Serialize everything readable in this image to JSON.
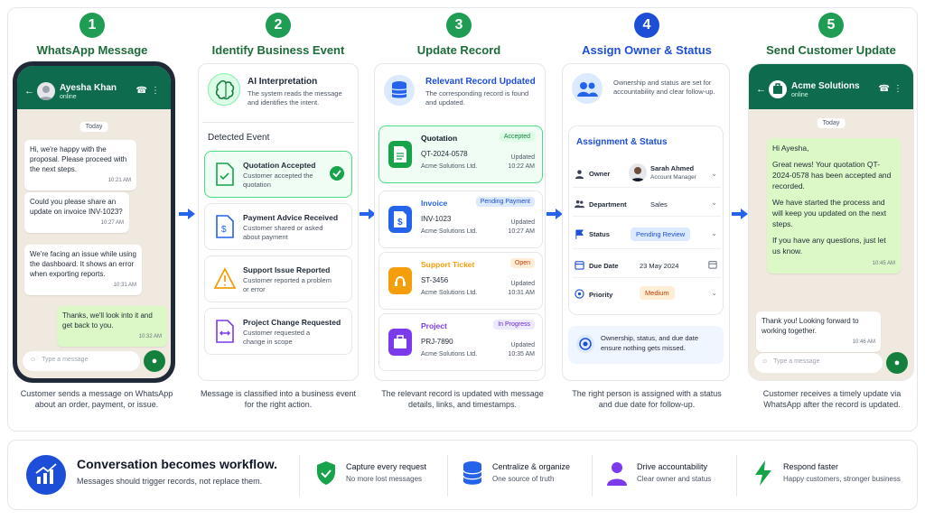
{
  "steps": [
    {
      "num": "1",
      "title": "WhatsApp Message",
      "color": "#1f9d55"
    },
    {
      "num": "2",
      "title": "Identify Business Event",
      "color": "#1f9d55"
    },
    {
      "num": "3",
      "title": "Update Record",
      "color": "#1f9d55"
    },
    {
      "num": "4",
      "title": "Assign Owner & Status",
      "color": "#1d4ed8"
    },
    {
      "num": "5",
      "title": "Send Customer Update",
      "color": "#1f9d55"
    }
  ],
  "captions": [
    "Customer sends a message on WhatsApp about an order, payment, or issue.",
    "Message is classified into a business event for the right action.",
    "The relevant record is updated with message details, links, and timestamps.",
    "The right person is assigned with a status and due date for follow-up.",
    "Customer receives a timely update via WhatsApp after the record is updated."
  ],
  "chat1": {
    "name": "Ayesha Khan",
    "online": "online",
    "day": "Today",
    "messages": [
      {
        "text": "Hi, we're happy with the proposal. Please proceed with the next steps.",
        "time": "10:21 AM",
        "out": false
      },
      {
        "text": "Could you please share an update on invoice INV-1023?",
        "time": "10:27 AM",
        "out": false
      },
      {
        "text": "We're facing an issue while using the dashboard. It shows an error when exporting reports.",
        "time": "10:31 AM",
        "out": false
      },
      {
        "text": "Thanks, we'll look into it and get back to you.",
        "time": "10:32 AM",
        "out": true
      }
    ],
    "placeholder": "Type a message"
  },
  "panel2": {
    "ai_title": "AI Interpretation",
    "ai_desc": "The system reads the message and identifies the intent.",
    "detected_label": "Detected Event",
    "events": [
      {
        "title": "Quotation Accepted",
        "desc": "Customer accepted the quotation",
        "icon": "document-check-icon",
        "selected": true
      },
      {
        "title": "Payment Advice Received",
        "desc": "Customer shared or asked about payment",
        "icon": "payment-document-icon",
        "selected": false
      },
      {
        "title": "Support Issue Reported",
        "desc": "Customer reported a problem or error",
        "icon": "warning-icon",
        "selected": false
      },
      {
        "title": "Project Change Requested",
        "desc": "Customer requested a change in scope",
        "icon": "change-request-icon",
        "selected": false
      }
    ]
  },
  "panel3": {
    "title": "Relevant Record Updated",
    "desc": "The corresponding record is found and updated.",
    "records": [
      {
        "type": "Quotation",
        "id": "QT-2024-0578",
        "company": "Acme Solutions Ltd.",
        "badge": "Accepted",
        "updated": "Updated",
        "time": "10:22 AM",
        "color": "#16a34a",
        "badge_bg": "#dcfce7",
        "badge_fg": "#15803d",
        "selected": true
      },
      {
        "type": "Invoice",
        "id": "INV-1023",
        "company": "Acme Solutions Ltd.",
        "badge": "Pending Payment",
        "updated": "Updated",
        "time": "10:27 AM",
        "color": "#2563eb",
        "badge_bg": "#dbeafe",
        "badge_fg": "#1d4ed8",
        "selected": false
      },
      {
        "type": "Support Ticket",
        "id": "ST-3456",
        "company": "Acme Solutions Ltd.",
        "badge": "Open",
        "updated": "Updated",
        "time": "10:31 AM",
        "color": "#f59e0b",
        "badge_bg": "#ffedd5",
        "badge_fg": "#c2410c",
        "selected": false
      },
      {
        "type": "Project",
        "id": "PRJ-7890",
        "company": "Acme Solutions Ltd.",
        "badge": "In Progress",
        "updated": "Updated",
        "time": "10:35 AM",
        "color": "#7c3aed",
        "badge_bg": "#ede9fe",
        "badge_fg": "#6d28d9",
        "selected": false
      }
    ]
  },
  "panel4": {
    "intro": "Ownership and status are set for accountability and clear follow-up.",
    "heading": "Assignment & Status",
    "owner_label": "Owner",
    "owner_name": "Sarah Ahmed",
    "owner_role": "Account Manager",
    "department_label": "Department",
    "department": "Sales",
    "status_label": "Status",
    "status": "Pending Review",
    "due_label": "Due Date",
    "due": "23 May 2024",
    "priority_label": "Priority",
    "priority": "Medium",
    "note": "Ownership, status, and due date ensure nothing gets missed."
  },
  "chat2": {
    "name": "Acme Solutions",
    "online": "online",
    "day": "Today",
    "message": {
      "p1": "Hi Ayesha,",
      "p2": "Great news! Your quotation QT-2024-0578 has been accepted and recorded.",
      "p3": "We have started the process and will keep you updated on the next steps.",
      "p4": "If you have any questions, just let us know.",
      "time": "10:45 AM"
    },
    "reply": {
      "text": "Thank you! Looking forward to working together.",
      "time": "10:46 AM"
    },
    "placeholder": "Type a message"
  },
  "bottom": {
    "headline": "Conversation becomes workflow.",
    "subline": "Messages should trigger records, not replace them.",
    "features": [
      {
        "title": "Capture every request",
        "desc": "No more lost messages",
        "icon": "shield-check-icon",
        "color": "#16a34a"
      },
      {
        "title": "Centralize & organize",
        "desc": "One source of truth",
        "icon": "database-icon",
        "color": "#2563eb"
      },
      {
        "title": "Drive accountability",
        "desc": "Clear owner and status",
        "icon": "person-icon",
        "color": "#7c3aed"
      },
      {
        "title": "Respond faster",
        "desc": "Happy customers, stronger business",
        "icon": "lightning-icon",
        "color": "#16a34a"
      }
    ]
  }
}
